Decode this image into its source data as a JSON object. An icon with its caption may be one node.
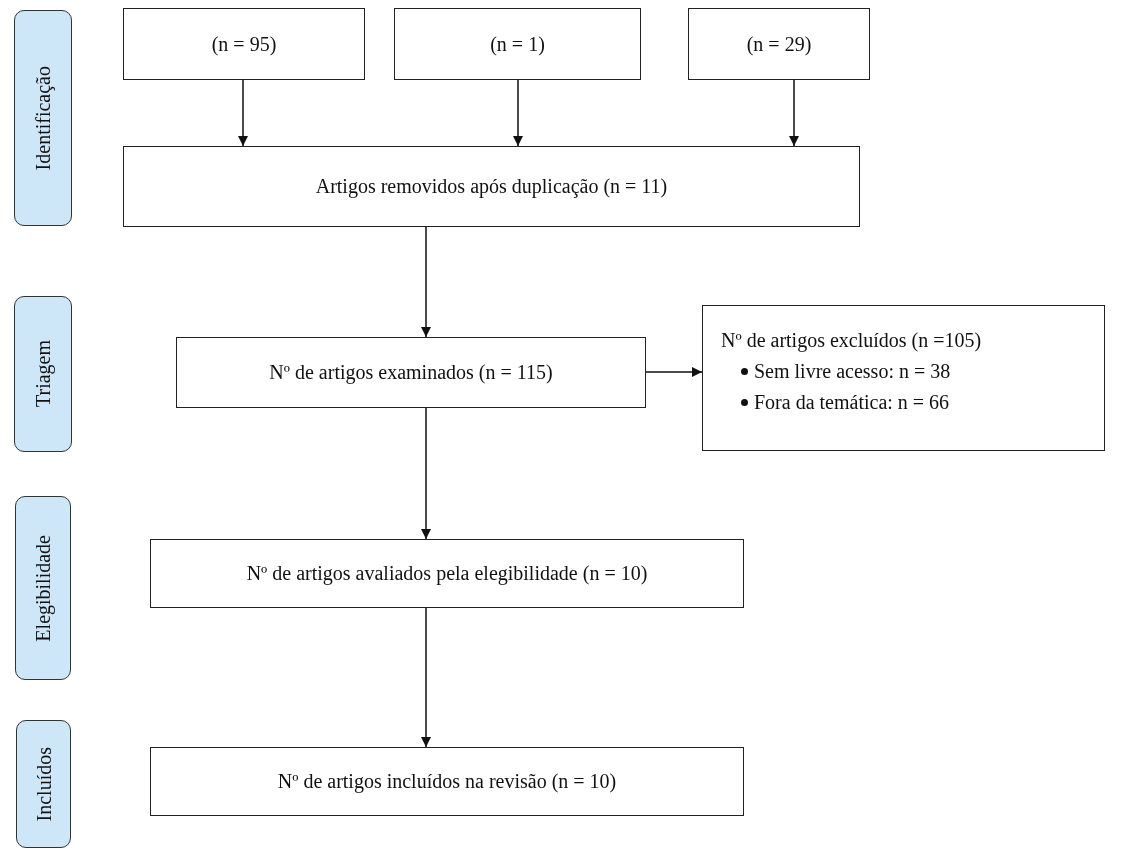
{
  "diagram": {
    "nodes": [
      {
        "text": [
          "Identificação"
        ]
      },
      {
        "text": [
          "Triagem"
        ]
      },
      {
        "text": [
          "Elegibilidade"
        ]
      },
      {
        "text": [
          "Incluídos"
        ]
      },
      {
        "text": [
          "(n = 95)"
        ]
      },
      {
        "text": [
          "(n = 1)"
        ]
      },
      {
        "text": [
          "(n = 29)"
        ]
      },
      {
        "text": [
          "Artigos removidos após duplicação (n = 11)"
        ]
      },
      {
        "text": [
          "Nº de artigos examinados (n = 115)"
        ]
      },
      {
        "text": [
          "Nº de artigos excluídos (n =105)",
          "Sem livre acesso: n = 38",
          "Fora da temática: n = 66"
        ]
      },
      {
        "text": [
          "Nº de artigos avaliados pela elegibilidade (n = 10)"
        ]
      },
      {
        "text": [
          "Nº de artigos incluídos na revisão (n = 10)"
        ]
      }
    ],
    "edges": [
      {
        "from": 4,
        "to": 7,
        "arrow": "to"
      },
      {
        "from": 5,
        "to": 7,
        "arrow": "to"
      },
      {
        "from": 6,
        "to": 7,
        "arrow": "to"
      },
      {
        "from": 7,
        "to": 8,
        "arrow": "to"
      },
      {
        "from": 8,
        "to": 9,
        "arrow": "to"
      },
      {
        "from": 8,
        "to": 10,
        "arrow": "to"
      },
      {
        "from": 10,
        "to": 11,
        "arrow": "to"
      }
    ]
  }
}
